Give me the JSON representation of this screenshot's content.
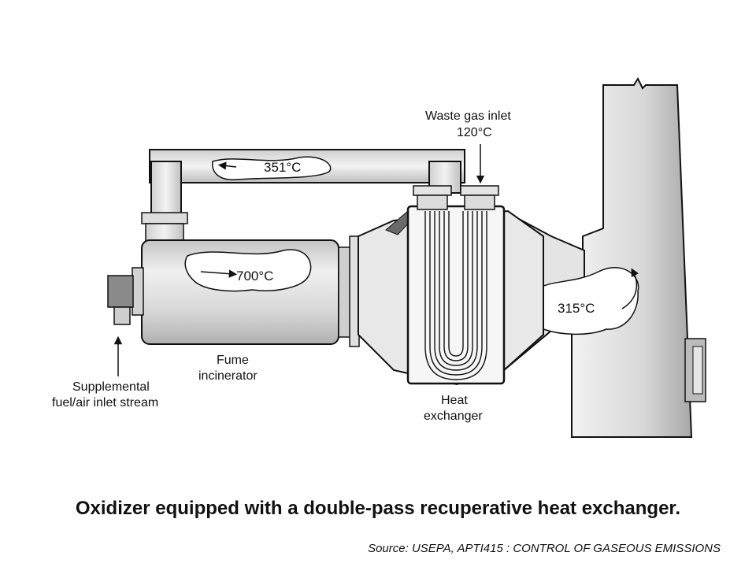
{
  "diagram": {
    "labels": {
      "waste_gas_inlet": "Waste gas inlet",
      "waste_gas_temp": "120°C",
      "duct_temp": "351°C",
      "incinerator_temp": "700°C",
      "stack_temp": "315°C",
      "fume_incinerator_line1": "Fume",
      "fume_incinerator_line2": "incinerator",
      "supplemental_line1": "Supplemental",
      "supplemental_line2": "fuel/air inlet stream",
      "heat_exchanger_line1": "Heat",
      "heat_exchanger_line2": "exchanger"
    },
    "caption": "Oxidizer equipped with a double-pass recuperative heat exchanger.",
    "source": "Source: USEPA, APTI415 : CONTROL OF GASEOUS EMISSIONS"
  },
  "colors": {
    "line": "#111111",
    "shade": "#c8c8c8",
    "light": "#eeeeee",
    "dark": "#555555"
  }
}
